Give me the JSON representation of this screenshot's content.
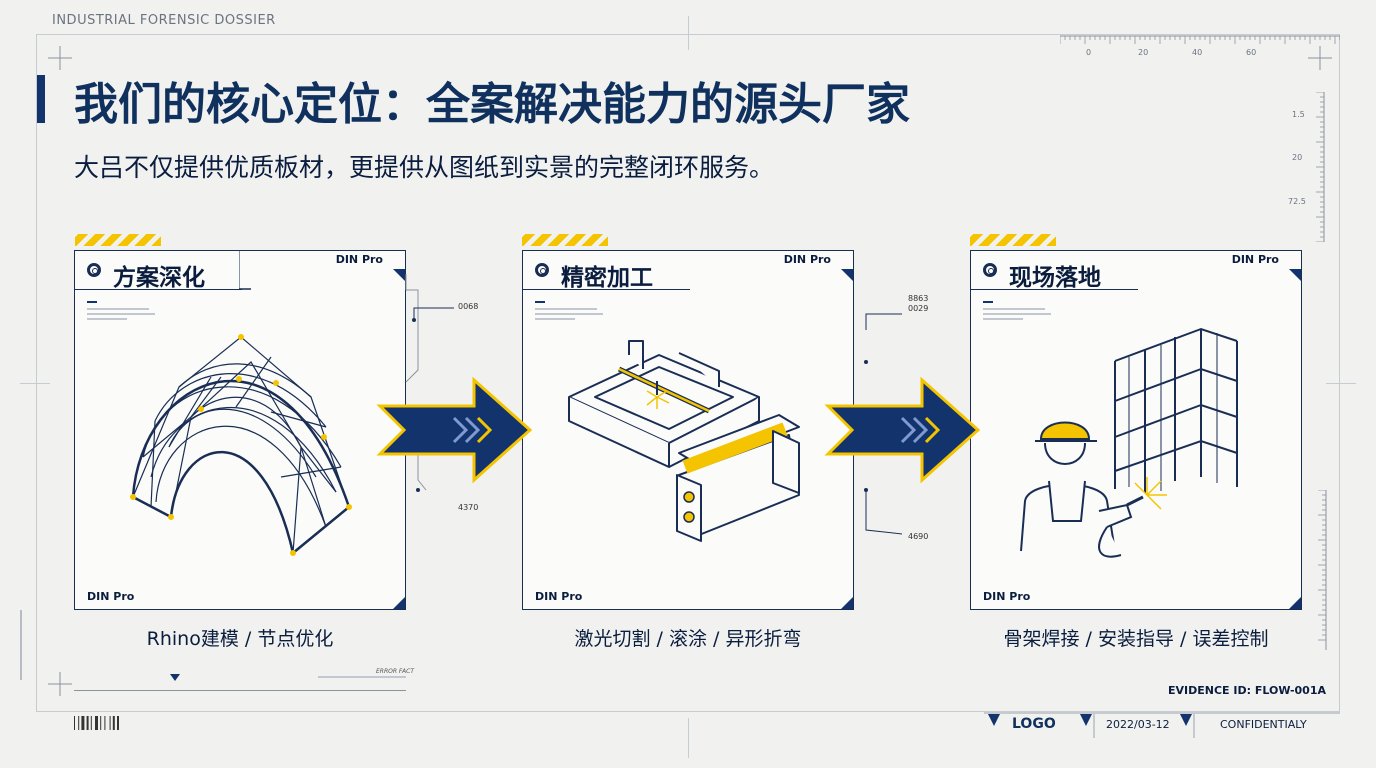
{
  "header": {
    "doc_label": "INDUSTRIAL FORENSIC DOSSIER",
    "title": "我们的核心定位：全案解决能力的源头厂家",
    "subtitle": "大吕不仅提供优质板材，更提供从图纸到实景的完整闭环服务。"
  },
  "ruler": {
    "top_ticks": [
      "0",
      "20",
      "40",
      "60"
    ],
    "side_ticks": [
      "1.5",
      "20",
      "72.5"
    ]
  },
  "steps": [
    {
      "title": "方案深化",
      "din_top": "DIN Pro",
      "din_bottom": "DIN Pro",
      "caption": "Rhino建模 / 节点优化",
      "icon": "dome-gridshell-illustration"
    },
    {
      "title": "精密加工",
      "din_top": "DIN Pro",
      "din_bottom": "DIN Pro",
      "caption": "激光切割 / 滚涂 / 异形折弯",
      "icon": "laser-cutter-and-roller-illustration"
    },
    {
      "title": "现场落地",
      "din_top": "DIN Pro",
      "din_bottom": "DIN Pro",
      "caption": "骨架焊接 / 安装指导 / 误差控制",
      "icon": "welder-and-frame-illustration"
    }
  ],
  "connectors": [
    {
      "top_label": "0068",
      "bottom_label": "4370"
    },
    {
      "top_label_a": "8863",
      "top_label_b": "0029",
      "bottom_label": "4690"
    }
  ],
  "bottom_left": {
    "note_title": "ERROR FACT"
  },
  "footer": {
    "evidence": "EVIDENCE ID: FLOW-001A",
    "logo": "LOGO",
    "date": "2022/03-12",
    "confidential": "CONFIDENTIALY"
  },
  "colors": {
    "navy": "#12336b",
    "yellow": "#f4c400",
    "ink": "#0b1d3e"
  }
}
